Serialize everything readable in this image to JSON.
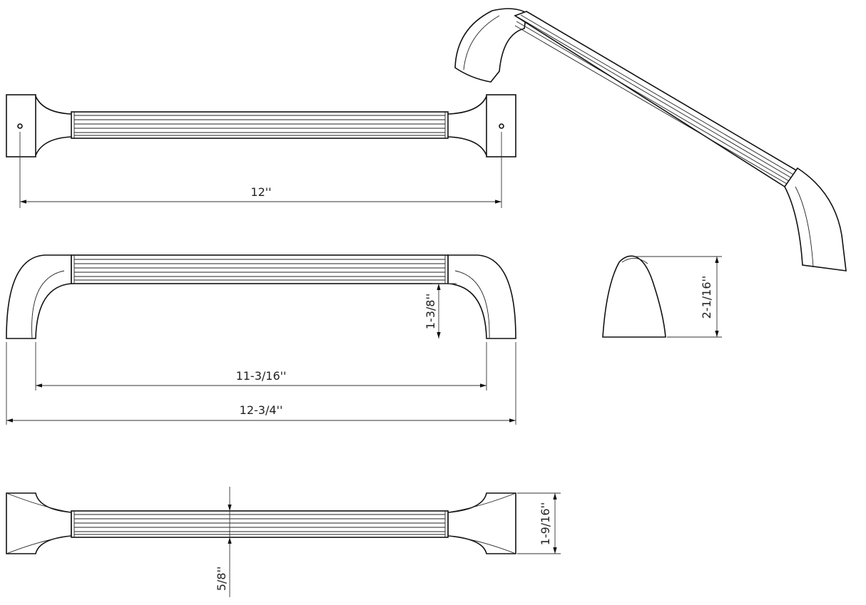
{
  "dimensions": {
    "center_to_center": "12''",
    "inner_length": "11-3/16''",
    "overall_length": "12-3/4''",
    "projection_bar": "1-3/8''",
    "height_end": "2-1/16''",
    "foot_width": "1-9/16''",
    "bar_diameter": "5/8''"
  },
  "colors": {
    "line": "#111111",
    "background": "#ffffff"
  }
}
